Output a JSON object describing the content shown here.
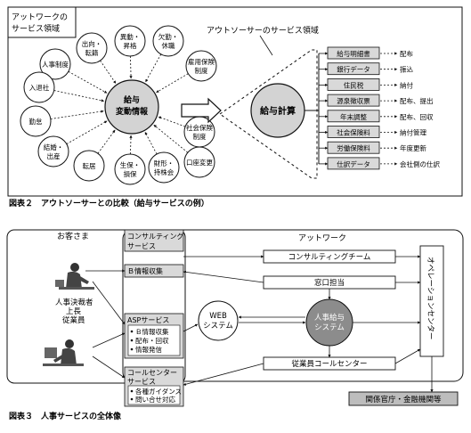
{
  "fig2": {
    "outsource_box_title_1": "アットワークの",
    "outsource_box_title_2": "サービス領域",
    "outsourcer_label": "アウトソーサーのサービス領域",
    "hub_line1": "給与",
    "hub_line2": "変動情報",
    "spokes": [
      [
        "出向・",
        "転籍"
      ],
      [
        "異動・",
        "昇格"
      ],
      [
        "欠勤・",
        "休職"
      ],
      [
        "雇用保険",
        "制度"
      ],
      [
        "人事制度"
      ],
      [
        "入退社"
      ],
      [
        "勤怠"
      ],
      [
        "結婚・",
        "出産"
      ],
      [
        "転居"
      ],
      [
        "生保・",
        "損保"
      ],
      [
        "財形・",
        "持株会"
      ],
      [
        "口座変更"
      ],
      [
        "社会保険",
        "制度"
      ]
    ],
    "calc_label": "給与計算",
    "outputs": [
      {
        "item": "給与明細書",
        "result": "配布"
      },
      {
        "item": "銀行データ",
        "result": "振込"
      },
      {
        "item": "住民税",
        "result": "納付"
      },
      {
        "item": "源泉徴収票",
        "result": "配布、提出"
      },
      {
        "item": "年末調整",
        "result": "配布、回収"
      },
      {
        "item": "社会保険料",
        "result": "納付管理"
      },
      {
        "item": "労働保険料",
        "result": "年度更新"
      },
      {
        "item": "仕訳データ",
        "result": "会社側の仕訳"
      }
    ],
    "caption": "図表２　アウトソーサーとの比較（給与サービスの例）"
  },
  "fig3": {
    "customer_label": "お客さま",
    "consulting_service": [
      "コンサルティング",
      "サービス"
    ],
    "atwork_label": "アットワーク",
    "b_info": "Ｂ情報収集",
    "asp_title": "ASPサービス",
    "asp_items": [
      "Ｂ情報収集",
      "配布・回収",
      "情報発信"
    ],
    "callcenter_title": [
      "コールセンター",
      "サービス"
    ],
    "callcenter_items": [
      "各種ガイダンス",
      "問い合せ対応"
    ],
    "people_top": [
      "人事決裁者",
      "上長"
    ],
    "people_bottom": "従業員",
    "web_system": [
      "WEB",
      "システム"
    ],
    "hr_system": [
      "人事給与",
      "システム"
    ],
    "consulting_team": "コンサルティングチーム",
    "window": "窓口担当",
    "employee_cc": "従業員コールセンター",
    "ops_center": "オペレーションセンター",
    "agencies": "関係官庁・金融機関等",
    "caption": "図表３　人事サービスの全体像"
  }
}
